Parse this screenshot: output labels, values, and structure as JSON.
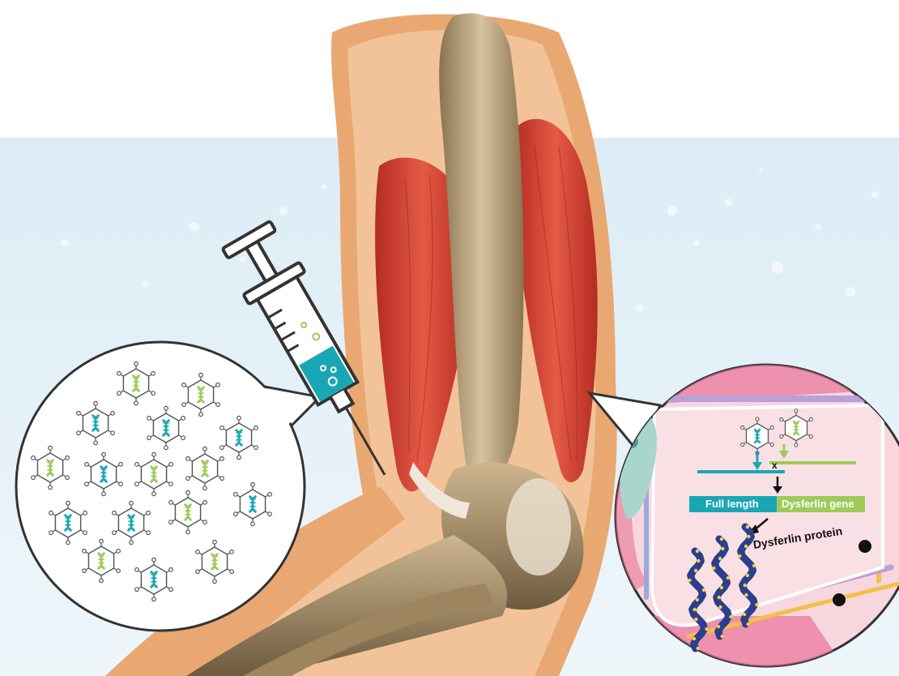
{
  "labels": {
    "full_length": "Full length",
    "dysferlin_gene": "Dysferlin gene",
    "dysferlin_protein": "Dysferlin protein",
    "recombination_mark": "x"
  },
  "colors": {
    "teal": "#1aa7b5",
    "green": "#9ccb5a",
    "muscle_red": "#d9402f",
    "bone": "#b39a72",
    "skin": "#e9a871",
    "pink_bg": "#f7d7dd",
    "protein_blue": "#2b3f8f",
    "protein_dot": "#f2d23b"
  },
  "icons": {
    "syringe": "syringe-icon",
    "virus": "aav-virus-icon",
    "dna": "dna-icon"
  }
}
